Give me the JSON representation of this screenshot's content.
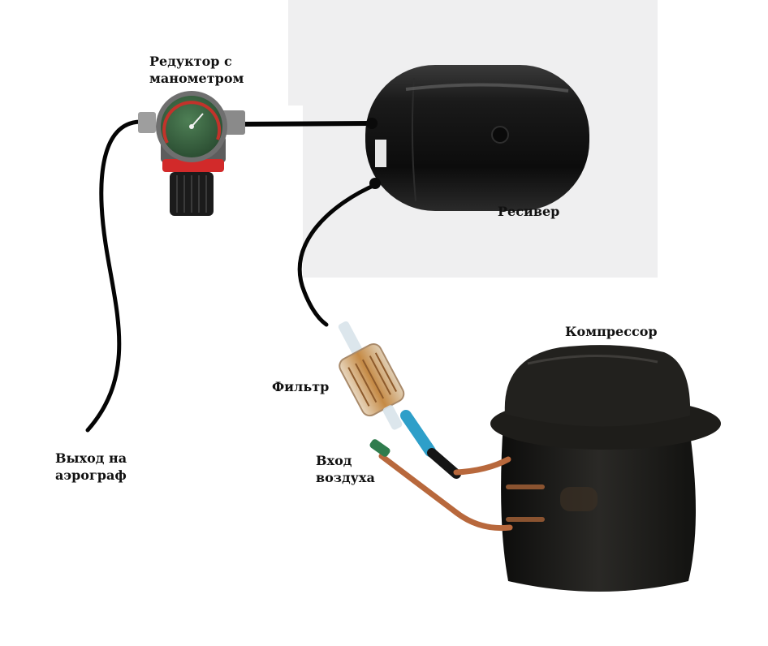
{
  "labels": {
    "regulator": [
      "Редуктор с",
      "манометром"
    ],
    "receiver": "Ресивер",
    "compressor": "Компрессор",
    "filter": "Фильтр",
    "air_inlet": [
      "Вход",
      "воздуха"
    ],
    "airbrush_out": [
      "Выход на",
      "аэрограф"
    ]
  },
  "colors": {
    "hose": "#050505",
    "tank": "#151515",
    "photo_background": "#eeeeef",
    "gauge_face": "#3c6a43",
    "gauge_scale": "#c2332b",
    "regulator_collar": "#d22a2a",
    "copper": "#b8683c",
    "filter_amber": "#c58a45",
    "filter_blue": "#2e9fc9",
    "compressor_body": "#1c1b19"
  }
}
